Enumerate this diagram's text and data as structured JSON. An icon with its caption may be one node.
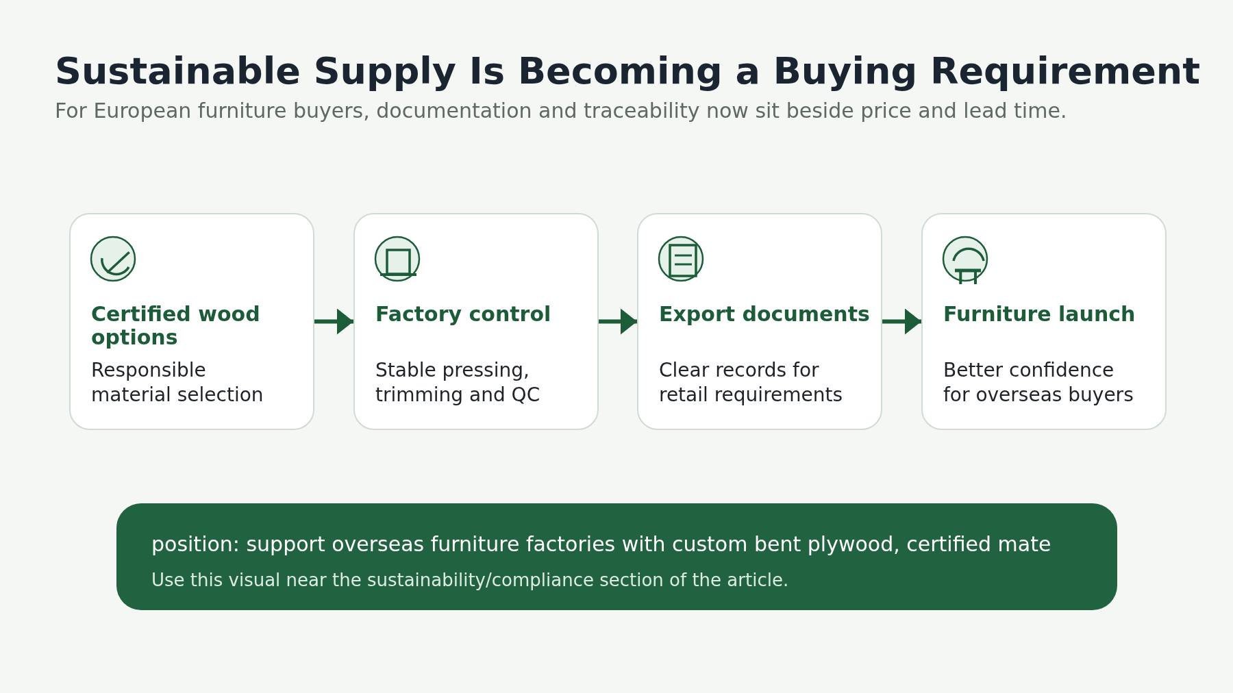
{
  "diagram": {
    "title": "Sustainable Supply Is Becoming a Buying Requirement",
    "nodes": [
      {
        "text": [
          "Certified wood options",
          "Responsible material selection"
        ]
      },
      {
        "text": [
          "Factory control",
          "Stable pressing, trimming and QC"
        ]
      },
      {
        "text": [
          "Export documents",
          "Clear records for retail requirements"
        ]
      },
      {
        "text": [
          "Furniture launch",
          "Better confidence for overseas buyers"
        ]
      },
      {
        "text": [
          "position: support overseas furniture factories with custom bent plywood, certified mate",
          "Use this visual near the sustainability/compliance section of the article."
        ]
      }
    ],
    "edges": [
      {
        "from": 0,
        "to": 1,
        "arrow": "to"
      },
      {
        "from": 1,
        "to": 2,
        "arrow": "to"
      },
      {
        "from": 2,
        "to": 3,
        "arrow": "to"
      }
    ],
    "labels": [
      "For European furniture buyers, documentation and traceability now sit beside price and lead time."
    ]
  }
}
